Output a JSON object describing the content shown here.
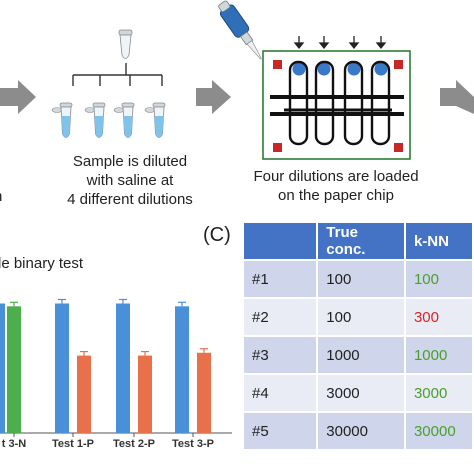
{
  "panel_a": {
    "step2_caption": [
      "Sample is diluted",
      "with saline at",
      "4 different dilutions"
    ],
    "step3_caption": [
      "Four dilutions are loaded",
      "on the paper chip"
    ],
    "cut_fragment": "n"
  },
  "panel_b": {
    "title": "le binary test"
  },
  "panel_c": {
    "label": "(C)",
    "headers": [
      "",
      "True\nconc.",
      "k-NN"
    ],
    "rows": [
      {
        "id": "#1",
        "true_conc": "100",
        "knn": "100",
        "knn_status": "correct"
      },
      {
        "id": "#2",
        "true_conc": "100",
        "knn": "300",
        "knn_status": "incorrect"
      },
      {
        "id": "#3",
        "true_conc": "1000",
        "knn": "1000",
        "knn_status": "correct"
      },
      {
        "id": "#4",
        "true_conc": "3000",
        "knn": "3000",
        "knn_status": "correct"
      },
      {
        "id": "#5",
        "true_conc": "30000",
        "knn": "30000",
        "knn_status": "correct"
      }
    ]
  },
  "chart_data": {
    "type": "bar",
    "categories": [
      "t 3-N",
      "Test 1-P",
      "Test 2-P",
      "Test 3-P"
    ],
    "series": [
      {
        "color": "#4a90d9",
        "values": [
          null,
          0.92,
          0.92,
          0.9
        ]
      },
      {
        "color": "#4cae4c",
        "values": [
          0.9,
          null,
          null,
          null
        ]
      },
      {
        "color": "#e8704a",
        "values": [
          null,
          0.55,
          0.55,
          0.57
        ]
      }
    ],
    "ylim": [
      0,
      1
    ],
    "grid": false,
    "xlabel": "",
    "ylabel": ""
  },
  "colors": {
    "arrow": "#8c8c8c",
    "table_header": "#4472c4",
    "correct": "#4aa02c",
    "incorrect": "#e02020"
  }
}
